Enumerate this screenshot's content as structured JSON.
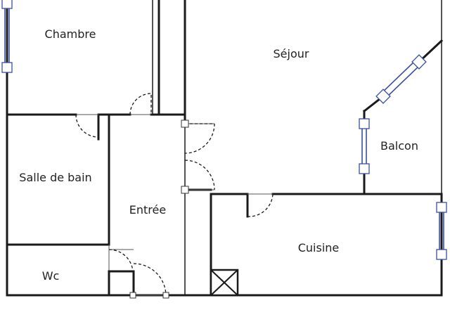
{
  "plan": {
    "rooms": {
      "chambre": "Chambre",
      "sejour": "Séjour",
      "balcon": "Balcon",
      "salle_de_bain": "Salle de bain",
      "entree": "Entrée",
      "cuisine": "Cuisine",
      "wc": "Wc"
    }
  }
}
